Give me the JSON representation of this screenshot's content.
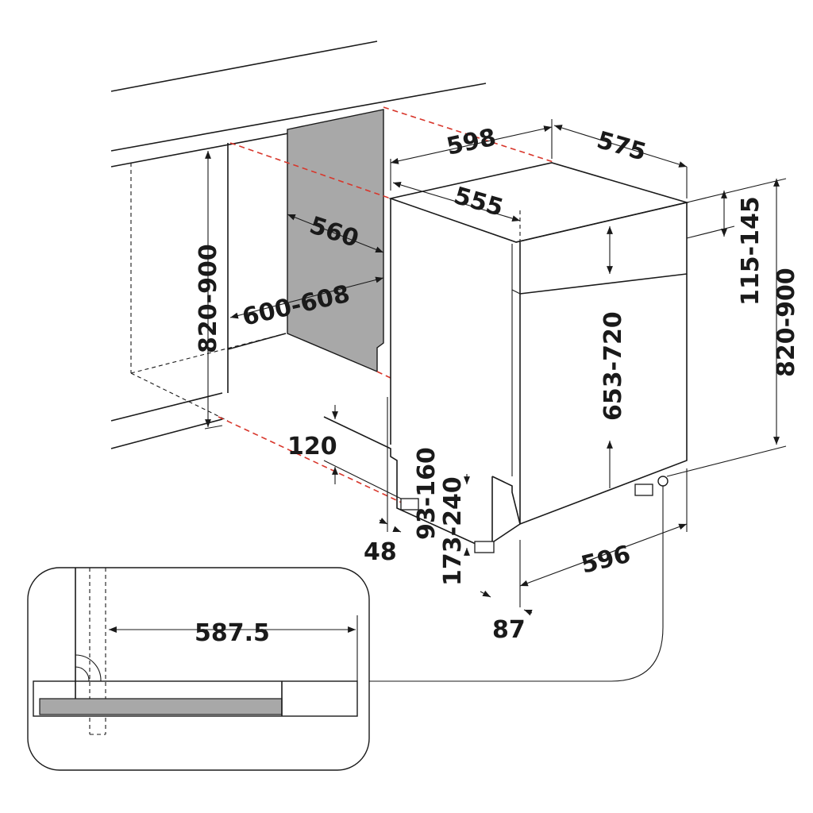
{
  "colors": {
    "line": "#1a1a1a",
    "panel_gray": "#a8a8a8",
    "guide_red": "#d8362b"
  },
  "dimensions": {
    "appliance_width": "598",
    "appliance_depth": "575",
    "appliance_inner_depth": "555",
    "niche_depth": "560",
    "niche_width": "600-608",
    "niche_height": "820-900",
    "top_gap": "115-145",
    "total_height": "820-900",
    "door_height": "653-720",
    "plinth_height": "120",
    "foot_a": "93-160",
    "foot_b": "173-240",
    "side_offset": "48",
    "front_width": "596",
    "front_offset": "87",
    "inset_depth": "587.5"
  }
}
